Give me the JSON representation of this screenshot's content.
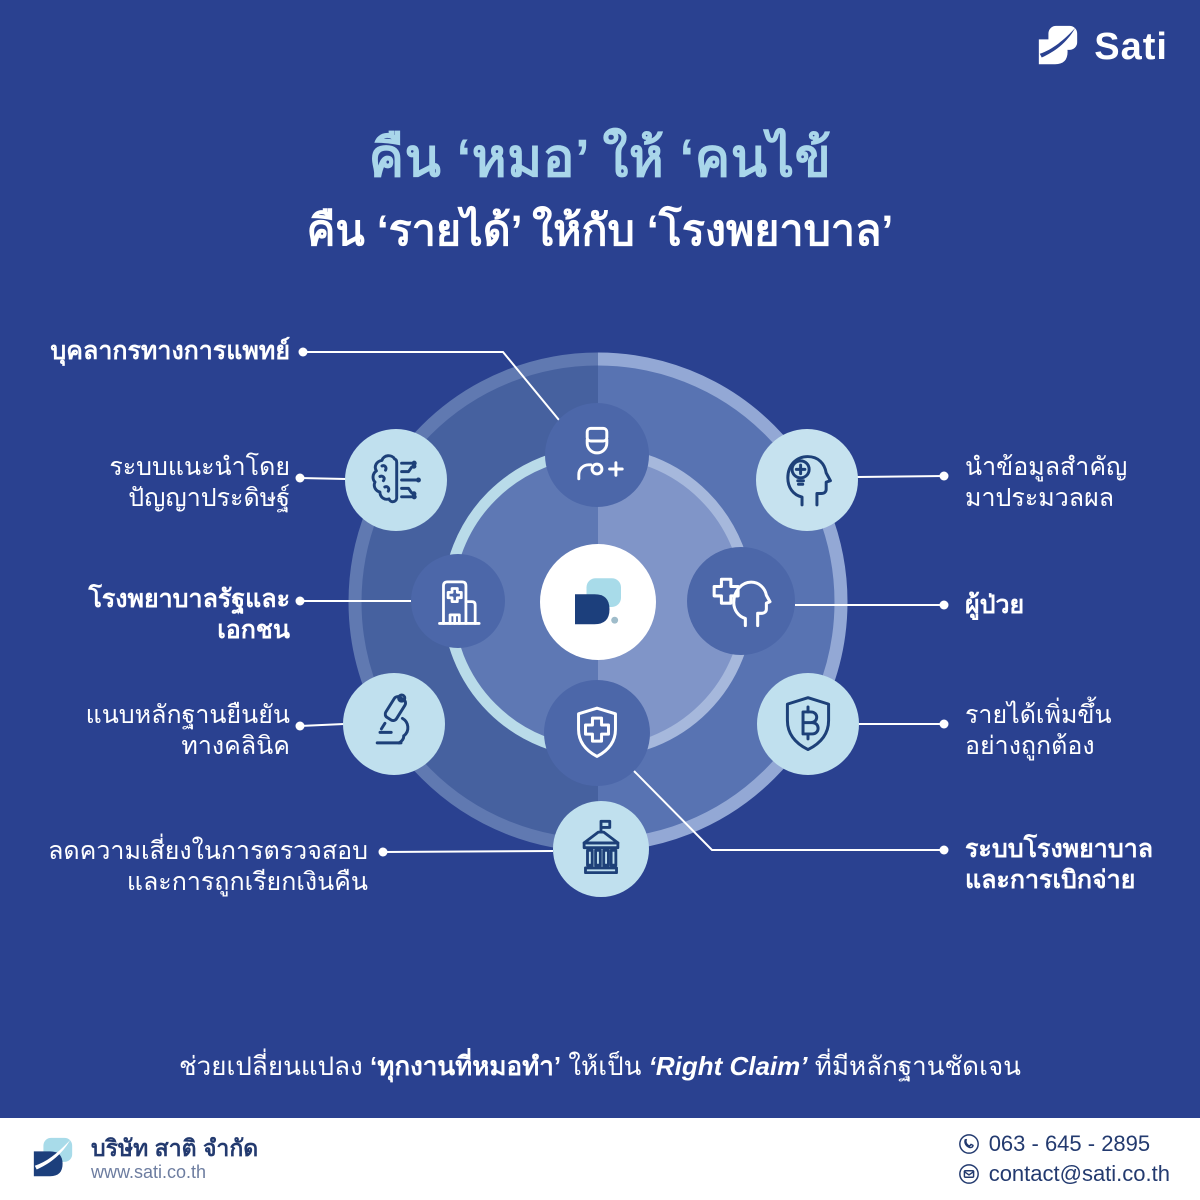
{
  "brand": {
    "name": "Sati",
    "logo": "sati-logo-mark"
  },
  "header": {
    "title": "คืน ‘หมอ’ ให้ ‘คนไข้",
    "subtitle": "คืน ‘รายได้’ ให้กับ ‘โรงพยาบาล’"
  },
  "diagram": {
    "center": {
      "icon": "sati-logo-mark"
    },
    "nodes_left": [
      {
        "id": "medical-personnel",
        "icon": "doctor-icon",
        "bold": true,
        "lines": [
          "บุคลากรทางการแพทย์"
        ]
      },
      {
        "id": "ai-recommendation",
        "icon": "ai-brain-icon",
        "bold": false,
        "lines": [
          "ระบบแนะนำโดย",
          "ปัญญาประดิษฐ์"
        ]
      },
      {
        "id": "public-private-hospitals",
        "icon": "hospital-icon",
        "bold": true,
        "lines": [
          "โรงพยาบาลรัฐและ",
          "เอกชน"
        ]
      },
      {
        "id": "clinical-evidence",
        "icon": "microscope-icon",
        "bold": false,
        "lines": [
          "แนบหลักฐานยืนยัน",
          "ทางคลินิค"
        ]
      },
      {
        "id": "audit-risk-reduction",
        "icon": "bank-icon",
        "bold": false,
        "lines": [
          "ลดความเสี่ยงในการตรวจสอบ",
          "และการถูกเรียกเงินคืน"
        ]
      }
    ],
    "nodes_right": [
      {
        "id": "data-processing",
        "icon": "head-lightbulb-icon",
        "bold": false,
        "lines": [
          "นำข้อมูลสำคัญ",
          "มาประมวลผล"
        ]
      },
      {
        "id": "patient",
        "icon": "patient-head-icon",
        "bold": true,
        "lines": [
          "ผู้ป่วย"
        ]
      },
      {
        "id": "revenue-increase",
        "icon": "shield-baht-icon",
        "bold": false,
        "lines": [
          "รายได้เพิ่มขึ้น",
          "อย่างถูกต้อง"
        ]
      },
      {
        "id": "hospital-billing-system",
        "icon": "shield-cross-icon",
        "bold": true,
        "lines": [
          "ระบบโรงพยาบาล",
          "และการเบิกจ่าย"
        ]
      }
    ]
  },
  "tagline": {
    "segments": [
      {
        "text": "ช่วยเปลี่ยนแปลง ",
        "style": "regular"
      },
      {
        "text": "‘ทุกงานที่หมอทำ’",
        "style": "bold"
      },
      {
        "text": " ให้เป็น ",
        "style": "regular"
      },
      {
        "text": "‘Right Claim’",
        "style": "bold-italic"
      },
      {
        "text": " ที่มีหลักฐานชัดเจน",
        "style": "regular"
      }
    ]
  },
  "footer": {
    "company": "บริษัท สาติ จำกัด",
    "website": "www.sati.co.th",
    "phone": "063 - 645 - 2895",
    "email": "contact@sati.co.th"
  },
  "colors": {
    "background": "#2a4190",
    "title_accent": "#a9d6ea",
    "outer_circle_left": "#46619f",
    "outer_circle_right": "#5873b2",
    "outer_rim_left": "#6079b1",
    "outer_rim_right": "#93a8d5",
    "inner_circle_left": "#5e78b4",
    "inner_circle_right": "#8095c8",
    "inner_rim_left": "#b9dbe9",
    "inner_rim_right": "#a6b8dc",
    "node_medium_blue": "#4c67a9",
    "node_light_blue": "#c0e0ee",
    "icon_navy": "#1d4078",
    "footer_text": "#233a6f",
    "footer_muted": "#6d7da0",
    "logo_light": "#a8dbe9",
    "logo_dark": "#1c3f7c",
    "logo_dot": "#9fbcca"
  }
}
